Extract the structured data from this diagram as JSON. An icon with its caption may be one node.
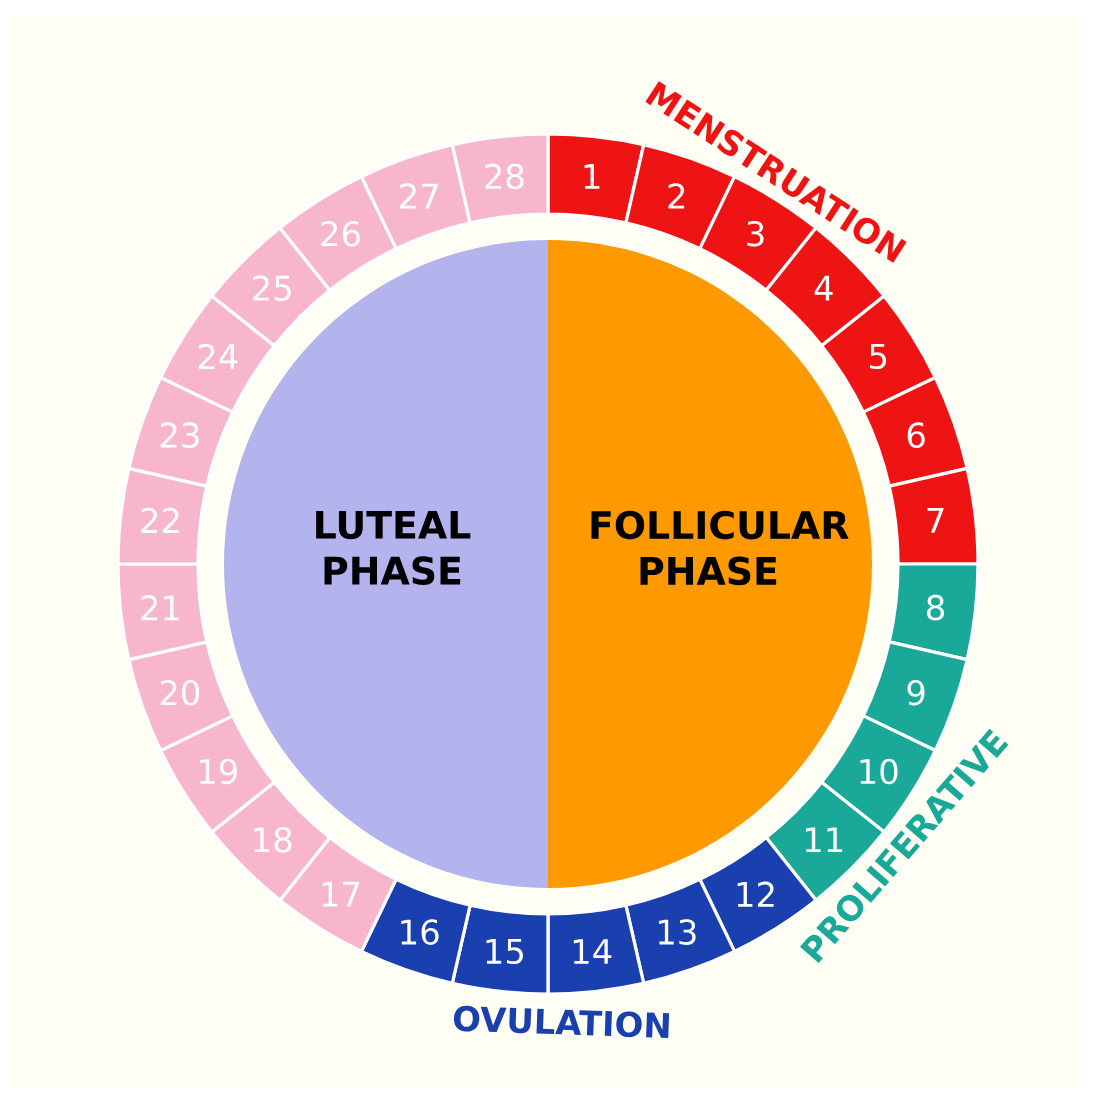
{
  "diagram": {
    "nodes": [
      {
        "text": [
          "LUTEAL PHASE"
        ]
      },
      {
        "text": [
          "FOLLICULAR PHASE"
        ]
      },
      {
        "text": [
          "1"
        ]
      },
      {
        "text": [
          "2"
        ]
      },
      {
        "text": [
          "3"
        ]
      },
      {
        "text": [
          "4"
        ]
      },
      {
        "text": [
          "5"
        ]
      },
      {
        "text": [
          "6"
        ]
      },
      {
        "text": [
          "7"
        ]
      },
      {
        "text": [
          "8"
        ]
      },
      {
        "text": [
          "9"
        ]
      },
      {
        "text": [
          "10"
        ]
      },
      {
        "text": [
          "11"
        ]
      },
      {
        "text": [
          "12"
        ]
      },
      {
        "text": [
          "13"
        ]
      },
      {
        "text": [
          "14"
        ]
      },
      {
        "text": [
          "15"
        ]
      },
      {
        "text": [
          "16"
        ]
      },
      {
        "text": [
          "17"
        ]
      },
      {
        "text": [
          "18"
        ]
      },
      {
        "text": [
          "19"
        ]
      },
      {
        "text": [
          "20"
        ]
      },
      {
        "text": [
          "21"
        ]
      },
      {
        "text": [
          "22"
        ]
      },
      {
        "text": [
          "23"
        ]
      },
      {
        "text": [
          "24"
        ]
      },
      {
        "text": [
          "25"
        ]
      },
      {
        "text": [
          "26"
        ]
      },
      {
        "text": [
          "27"
        ]
      },
      {
        "text": [
          "28"
        ]
      }
    ],
    "labels": [
      "MENSTRUATION",
      "PROLIFERATIVE",
      "OVULATION"
    ]
  }
}
